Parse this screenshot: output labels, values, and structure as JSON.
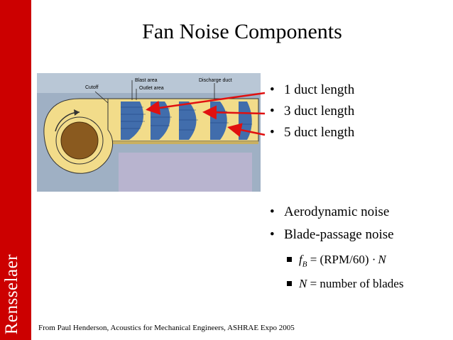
{
  "side_label": "Rensselaer",
  "title": "Fan Noise Components",
  "figure": {
    "labels": {
      "cutoff": "Cutoff",
      "blast_area": "Blast area",
      "outlet_area": "Outlet area",
      "discharge_duct": "Discharge duct"
    }
  },
  "bullets_top": [
    "1 duct length",
    "3 duct length",
    "5 duct length"
  ],
  "bullets_bottom": [
    "Aerodynamic noise",
    "Blade-passage noise"
  ],
  "sub_bullets": {
    "fb_var": "f",
    "fb_sub": "B",
    "fb_rest": " = (RPM/60) ·",
    "n_var": "N",
    "n_rest": " = number of blades"
  },
  "caption": "From Paul Henderson, Acoustics for Mechanical Engineers, ASHRAE Expo 2005",
  "colors": {
    "accent": "#cc0000",
    "duct": "#f2dc8a",
    "profile": "#2e62b0",
    "arrow": "#e01010"
  }
}
